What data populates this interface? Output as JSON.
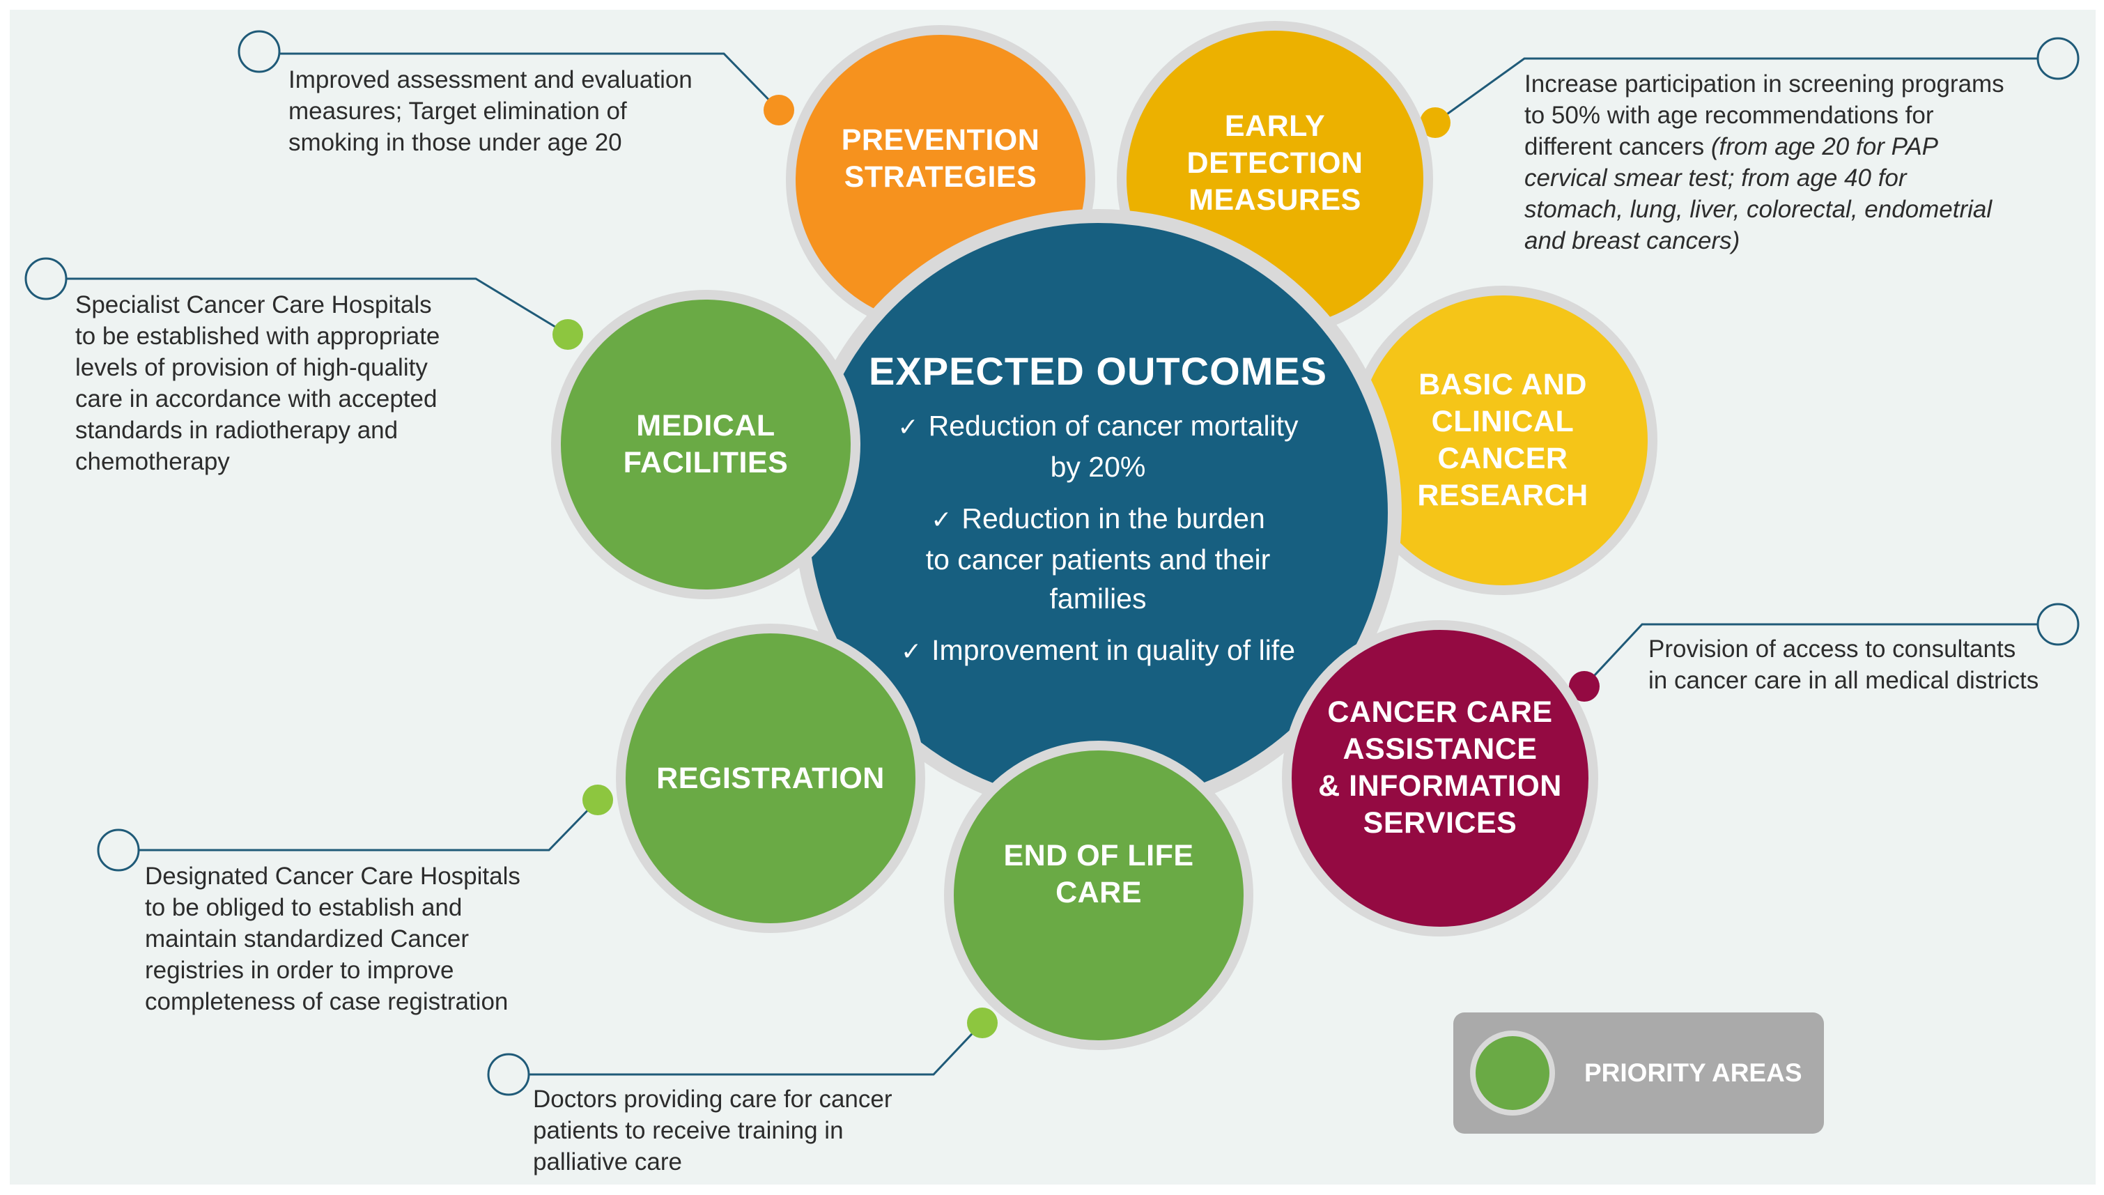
{
  "colors": {
    "prevention": "#f6921e",
    "early_detection": "#ecb100",
    "research": "#f5c518",
    "medical": "#6aaa45",
    "registration": "#6aaa45",
    "end_of_life": "#6aaa45",
    "cancer_care": "#940a42",
    "center": "#175f80",
    "line": "#1f5a78"
  },
  "center": {
    "title": "EXPECTED OUTCOMES",
    "outcomes": [
      "Reduction of cancer mortality\nby 20%",
      "Reduction in the burden\nto cancer patients and their\nfamilies",
      "Improvement in quality of life"
    ]
  },
  "areas": {
    "prevention": {
      "title": "PREVENTION\nSTRATEGIES",
      "note": "Improved assessment and evaluation\nmeasures; Target elimination of\nsmoking in those under age 20"
    },
    "early_detection": {
      "title": "EARLY\nDETECTION\nMEASURES",
      "note": "Increase participation in screening programs\nto 50% with age recommendations for\ndifferent cancers ",
      "note_italic": "(from age 20 for PAP\ncervical smear test; from age 40 for\nstomach, lung, liver, colorectal, endometrial\nand breast cancers)"
    },
    "research": {
      "title": "BASIC AND\nCLINICAL\nCANCER\nRESEARCH"
    },
    "medical": {
      "title": "MEDICAL\nFACILITIES",
      "note": "Specialist Cancer Care Hospitals\nto be established with appropriate\nlevels of provision of high-quality\ncare in accordance with accepted\nstandards in radiotherapy and\nchemotherapy"
    },
    "registration": {
      "title": "REGISTRATION",
      "note": "Designated Cancer Care Hospitals\nto be obliged to establish and\nmaintain standardized Cancer\nregistries in order to improve\ncompleteness of case registration"
    },
    "end_of_life": {
      "title": "END OF LIFE\nCARE",
      "note": "Doctors providing care for cancer\npatients to receive training in\npalliative care"
    },
    "cancer_care": {
      "title": "CANCER CARE\nASSISTANCE\n& INFORMATION\nSERVICES",
      "note": "Provision of access to consultants\nin cancer care in all medical districts"
    }
  },
  "legend": {
    "label": "PRIORITY AREAS",
    "icon": "green-circle-icon"
  }
}
